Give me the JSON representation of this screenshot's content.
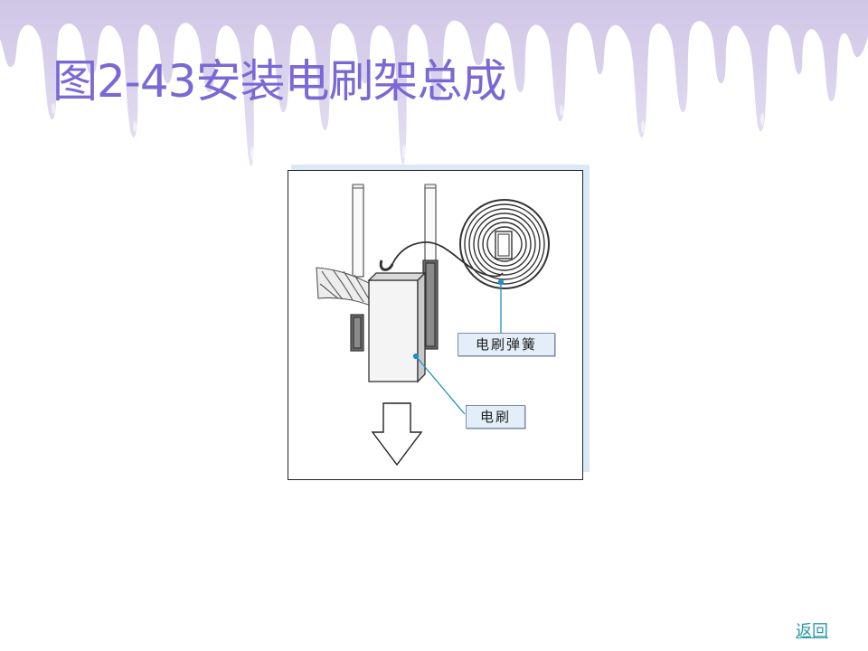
{
  "slide": {
    "title": "图2-43安装电刷架总成"
  },
  "figure": {
    "labels": {
      "spring": "电刷弹簧",
      "brush": "电刷"
    }
  },
  "nav": {
    "back_label": "返回"
  },
  "colors": {
    "title": "#7b68d4",
    "drip_background": "#dcd4ee",
    "callout_line": "#1b93c2",
    "link": "#2a9aa8"
  }
}
